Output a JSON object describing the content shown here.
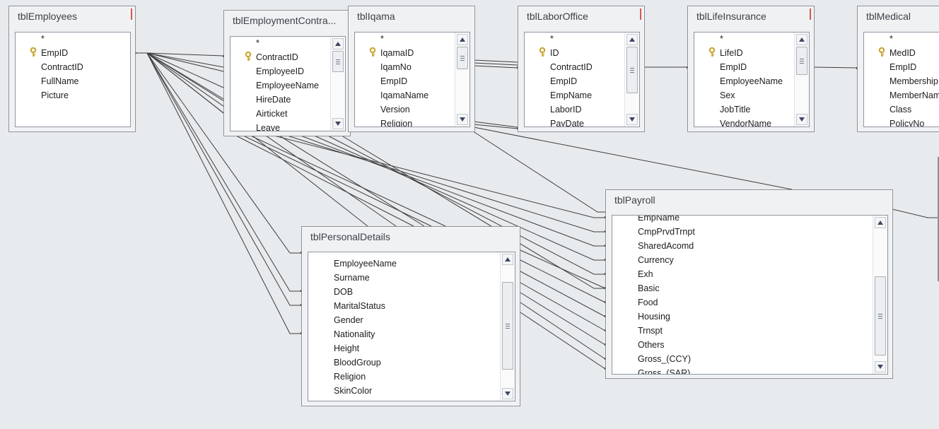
{
  "tables": {
    "employees": {
      "title": "tblEmployees",
      "fields": [
        "*",
        "EmpID",
        "ContractID",
        "FullName",
        "Picture"
      ]
    },
    "contract": {
      "title": "tblEmploymentContra...",
      "fields": [
        "*",
        "ContractID",
        "EmployeeID",
        "EmployeeName",
        "HireDate",
        "Airticket",
        "Leave"
      ]
    },
    "iqama": {
      "title": "tblIqama",
      "fields": [
        "*",
        "IqamaID",
        "IqamNo",
        "EmpID",
        "IqamaName",
        "Version",
        "Religion"
      ]
    },
    "labor": {
      "title": "tblLaborOffice",
      "fields": [
        "*",
        "ID",
        "ContractID",
        "EmpID",
        "EmpName",
        "LaborID",
        "PayDate"
      ]
    },
    "life": {
      "title": "tblLifeInsurance",
      "fields": [
        "*",
        "LifeID",
        "EmpID",
        "EmployeeName",
        "Sex",
        "JobTitle",
        "VendorName"
      ]
    },
    "medical": {
      "title": "tblMedical",
      "fields": [
        "*",
        "MedID",
        "EmpID",
        "Membership",
        "MemberName",
        "Class",
        "PolicyNo"
      ]
    },
    "payroll": {
      "title": "tblPayroll",
      "fields": [
        "EmpName",
        "CmpPrvdTrnpt",
        "SharedAcomd",
        "Currency",
        "Exh",
        "Basic",
        "Food",
        "Housing",
        "Trnspt",
        "Others",
        "Gross_(CCY)",
        "Gross_(SAR)"
      ]
    },
    "personal": {
      "title": "tblPersonalDetails",
      "fields": [
        "EmployeeName",
        "Surname",
        "DOB",
        "MaritalStatus",
        "Gender",
        "Nationality",
        "Height",
        "BloodGroup",
        "Religion",
        "SkinColor"
      ]
    }
  },
  "icons": {
    "primary_key": "key-icon",
    "scroll_up": "scroll-up-arrow-icon",
    "scroll_down": "scroll-down-arrow-icon"
  },
  "colors": {
    "canvas": "#e8ebee",
    "line": "#3a3a3a",
    "key_gold": "#c9a227"
  }
}
